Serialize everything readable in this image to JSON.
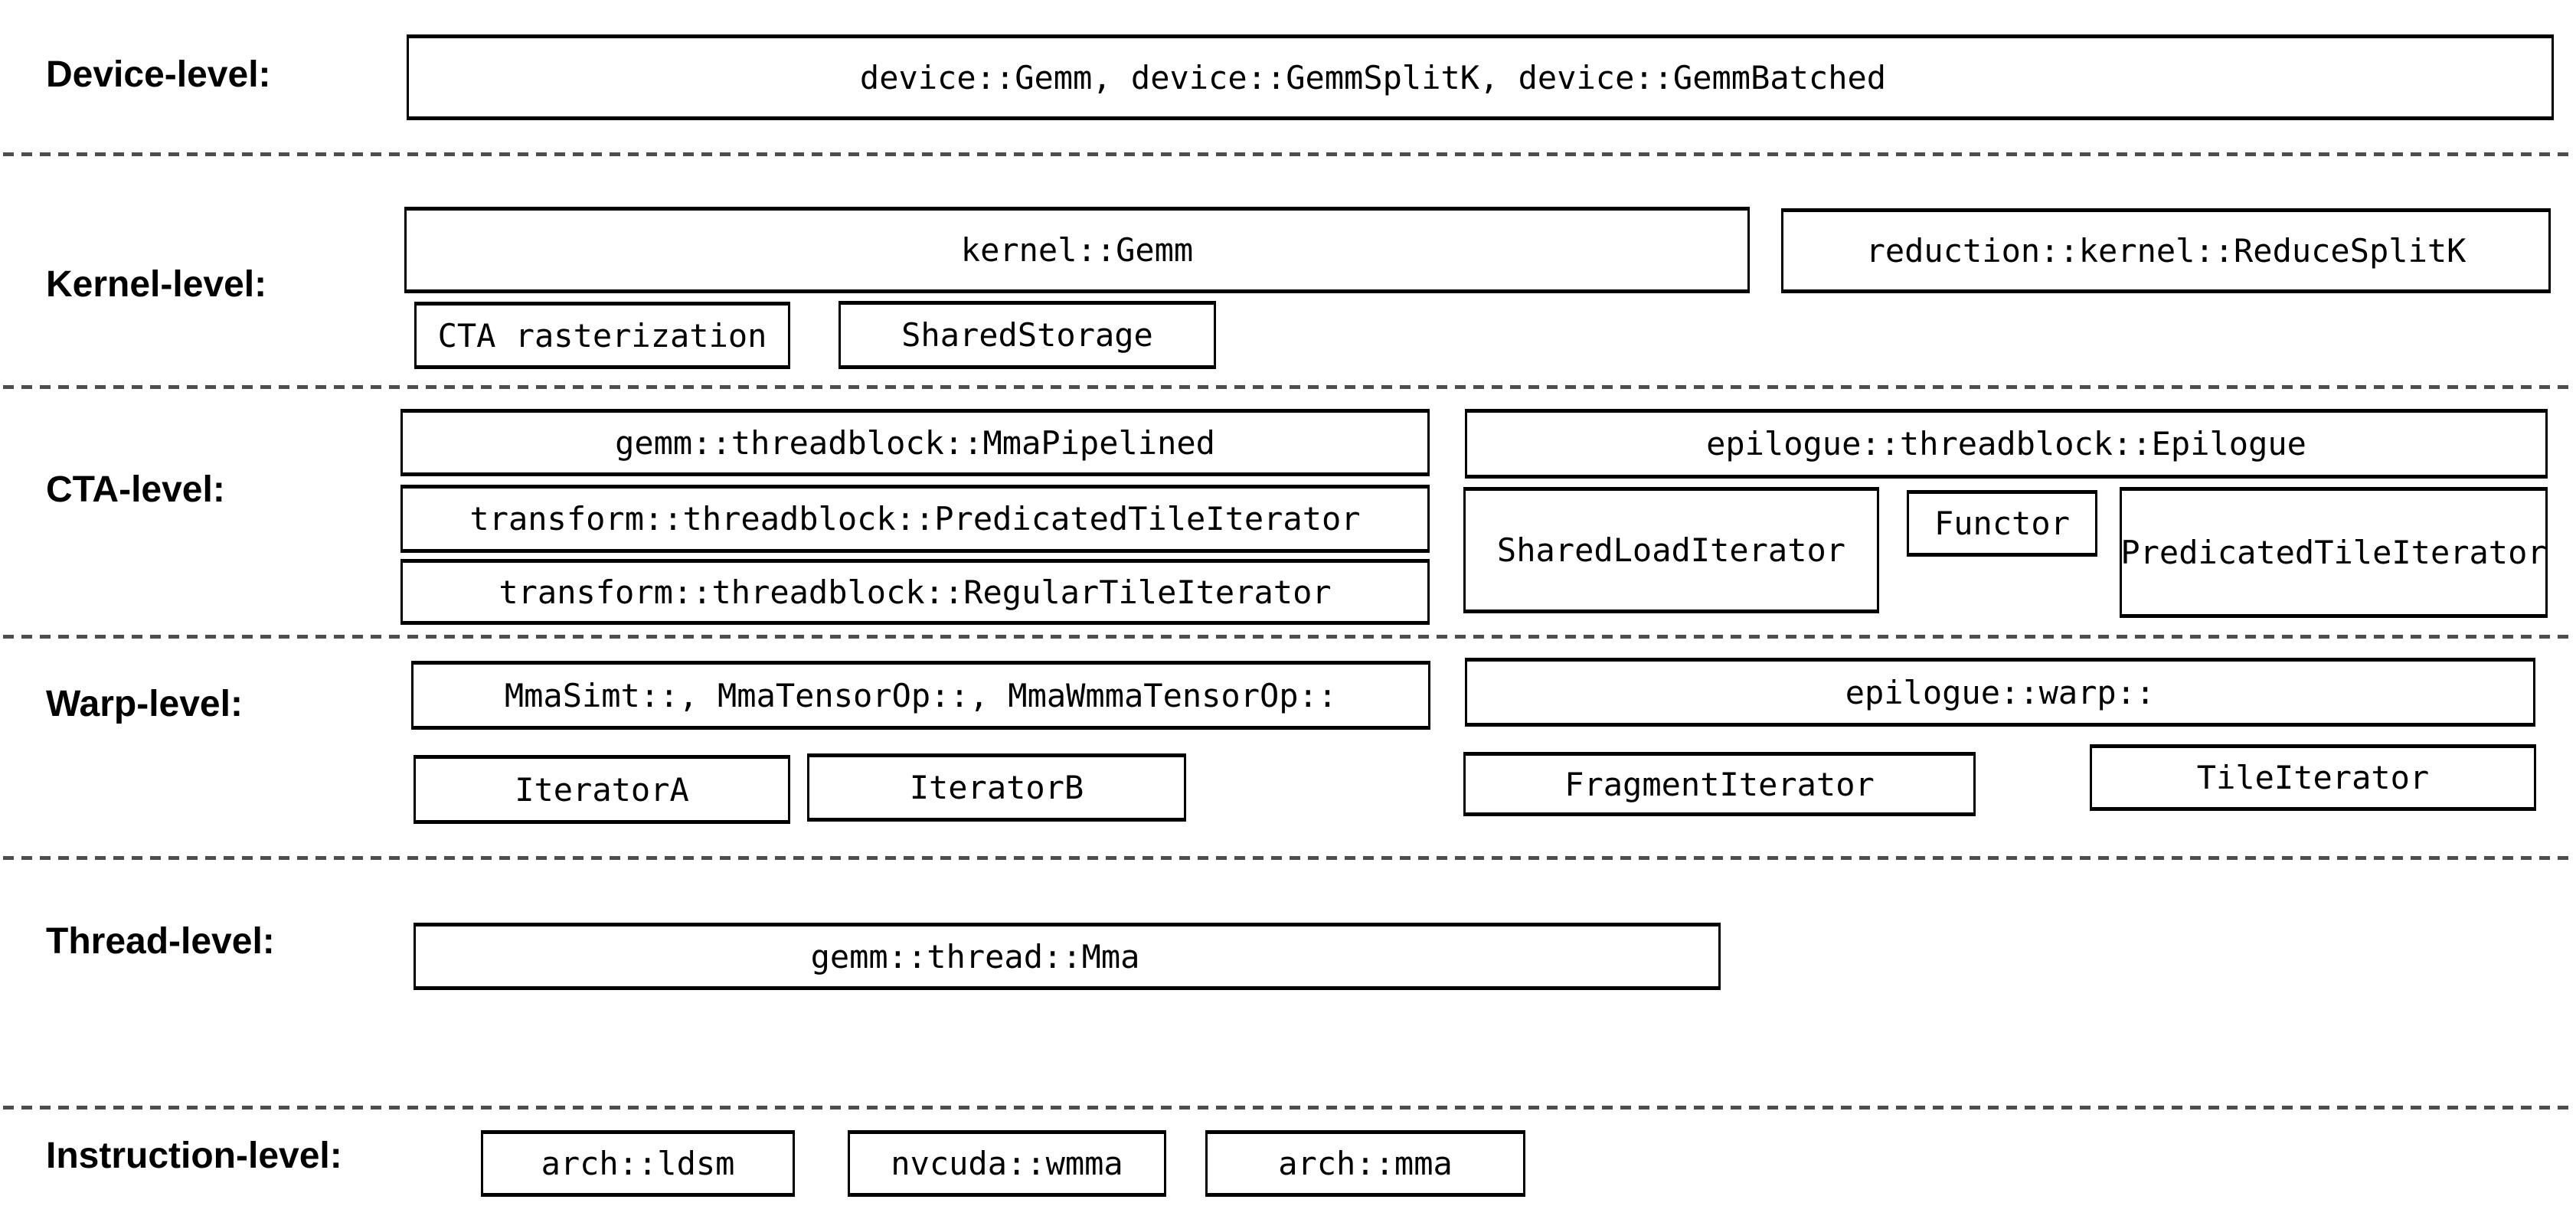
{
  "rows": {
    "device": {
      "label": "Device-level:",
      "gemm": "device::Gemm, device::GemmSplitK, device::GemmBatched"
    },
    "kernel": {
      "label": "Kernel-level:",
      "gemm": "kernel::Gemm",
      "reduce_splitk": "reduction::kernel::ReduceSplitK",
      "cta_rasterization": "CTA rasterization",
      "shared_storage": "SharedStorage"
    },
    "cta": {
      "label": "CTA-level:",
      "mma_pipelined": "gemm::threadblock::MmaPipelined",
      "predicated_tile_iterator": "transform::threadblock::PredicatedTileIterator",
      "regular_tile_iterator": "transform::threadblock::RegularTileIterator",
      "epilogue": "epilogue::threadblock::Epilogue",
      "shared_load_iterator": "SharedLoadIterator",
      "functor": "Functor",
      "epilogue_predicated_tile_iterator": "PredicatedTileIterator"
    },
    "warp": {
      "label": "Warp-level:",
      "mma": "MmaSimt::, MmaTensorOp::, MmaWmmaTensorOp::",
      "iterator_a": "IteratorA",
      "iterator_b": "IteratorB",
      "epilogue": "epilogue::warp::",
      "fragment_iterator": "FragmentIterator",
      "tile_iterator": "TileIterator"
    },
    "thread": {
      "label": "Thread-level:",
      "mma": "gemm::thread::Mma"
    },
    "instruction": {
      "label": "Instruction-level:",
      "arch_ldsm": "arch::ldsm",
      "nvcuda_wmma": "nvcuda::wmma",
      "arch_mma": "arch::mma"
    }
  },
  "colors": {
    "box_border": "#000000",
    "separator": "#4d4d4d",
    "background": "#ffffff",
    "text": "#000000"
  }
}
